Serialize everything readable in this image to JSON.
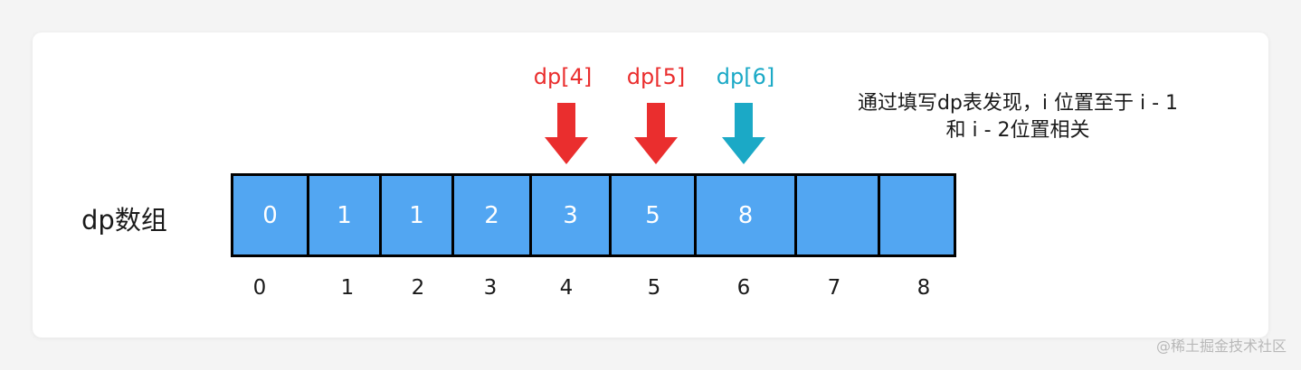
{
  "array_label": "dp数组",
  "cells": [
    {
      "value": "0"
    },
    {
      "value": "1"
    },
    {
      "value": "1"
    },
    {
      "value": "2"
    },
    {
      "value": "3"
    },
    {
      "value": "5"
    },
    {
      "value": "8"
    },
    {
      "value": ""
    },
    {
      "value": ""
    }
  ],
  "indices": [
    "0",
    "1",
    "2",
    "3",
    "4",
    "5",
    "6",
    "7",
    "8"
  ],
  "pointers": [
    {
      "label": "dp[4]",
      "color": "#ea2e2e"
    },
    {
      "label": "dp[5]",
      "color": "#ea2e2e"
    },
    {
      "label": "dp[6]",
      "color": "#1ba9c6"
    }
  ],
  "note": {
    "line1": "通过填写dp表发现，i 位置至于 i - 1",
    "line2": "和 i - 2位置相关"
  },
  "cell_color": "#52a6f2",
  "watermark": "@稀土掘金技术社区"
}
